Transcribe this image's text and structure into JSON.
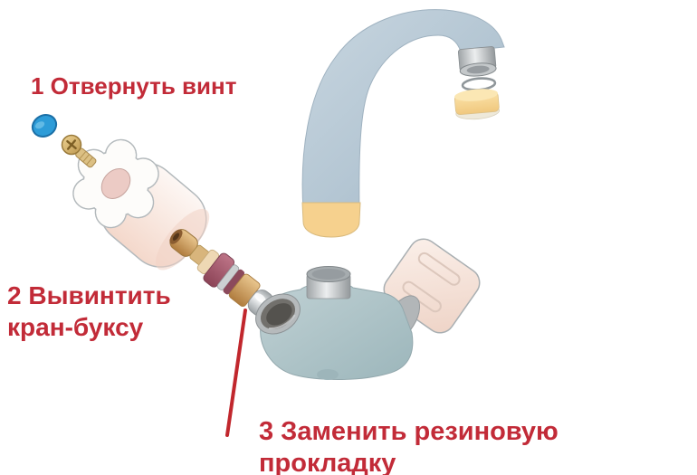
{
  "title": "Faucet cartridge replacement instruction diagram",
  "labels": {
    "step1": "1 Отвернуть винт",
    "step2": "2 Вывинтить\nкран-буксу",
    "step3": "3 Заменить резиновую прокладку"
  },
  "parts": [
    "index-cap",
    "handle-screw",
    "handle-knob",
    "valve-cartridge",
    "faucet-body",
    "side-handle",
    "spout",
    "aerator",
    "o-ring",
    "spout-gasket"
  ],
  "colors": {
    "label_red": "#c22b38",
    "line_red": "#c1272d",
    "cap_blue": "#2d9cd8",
    "spout_blue": "#b4c6d3",
    "body_teal": "#aec5c9",
    "accent_yellow": "#f6d18e",
    "silver": "#b4b8ba",
    "handle_cream": "#f6e3d8",
    "cartridge_brass": "#cf9e62",
    "cartridge_maroon": "#a55e72",
    "cartridge_maroon_dark": "#8c4a5c",
    "screw_gold": "#d9b878"
  }
}
